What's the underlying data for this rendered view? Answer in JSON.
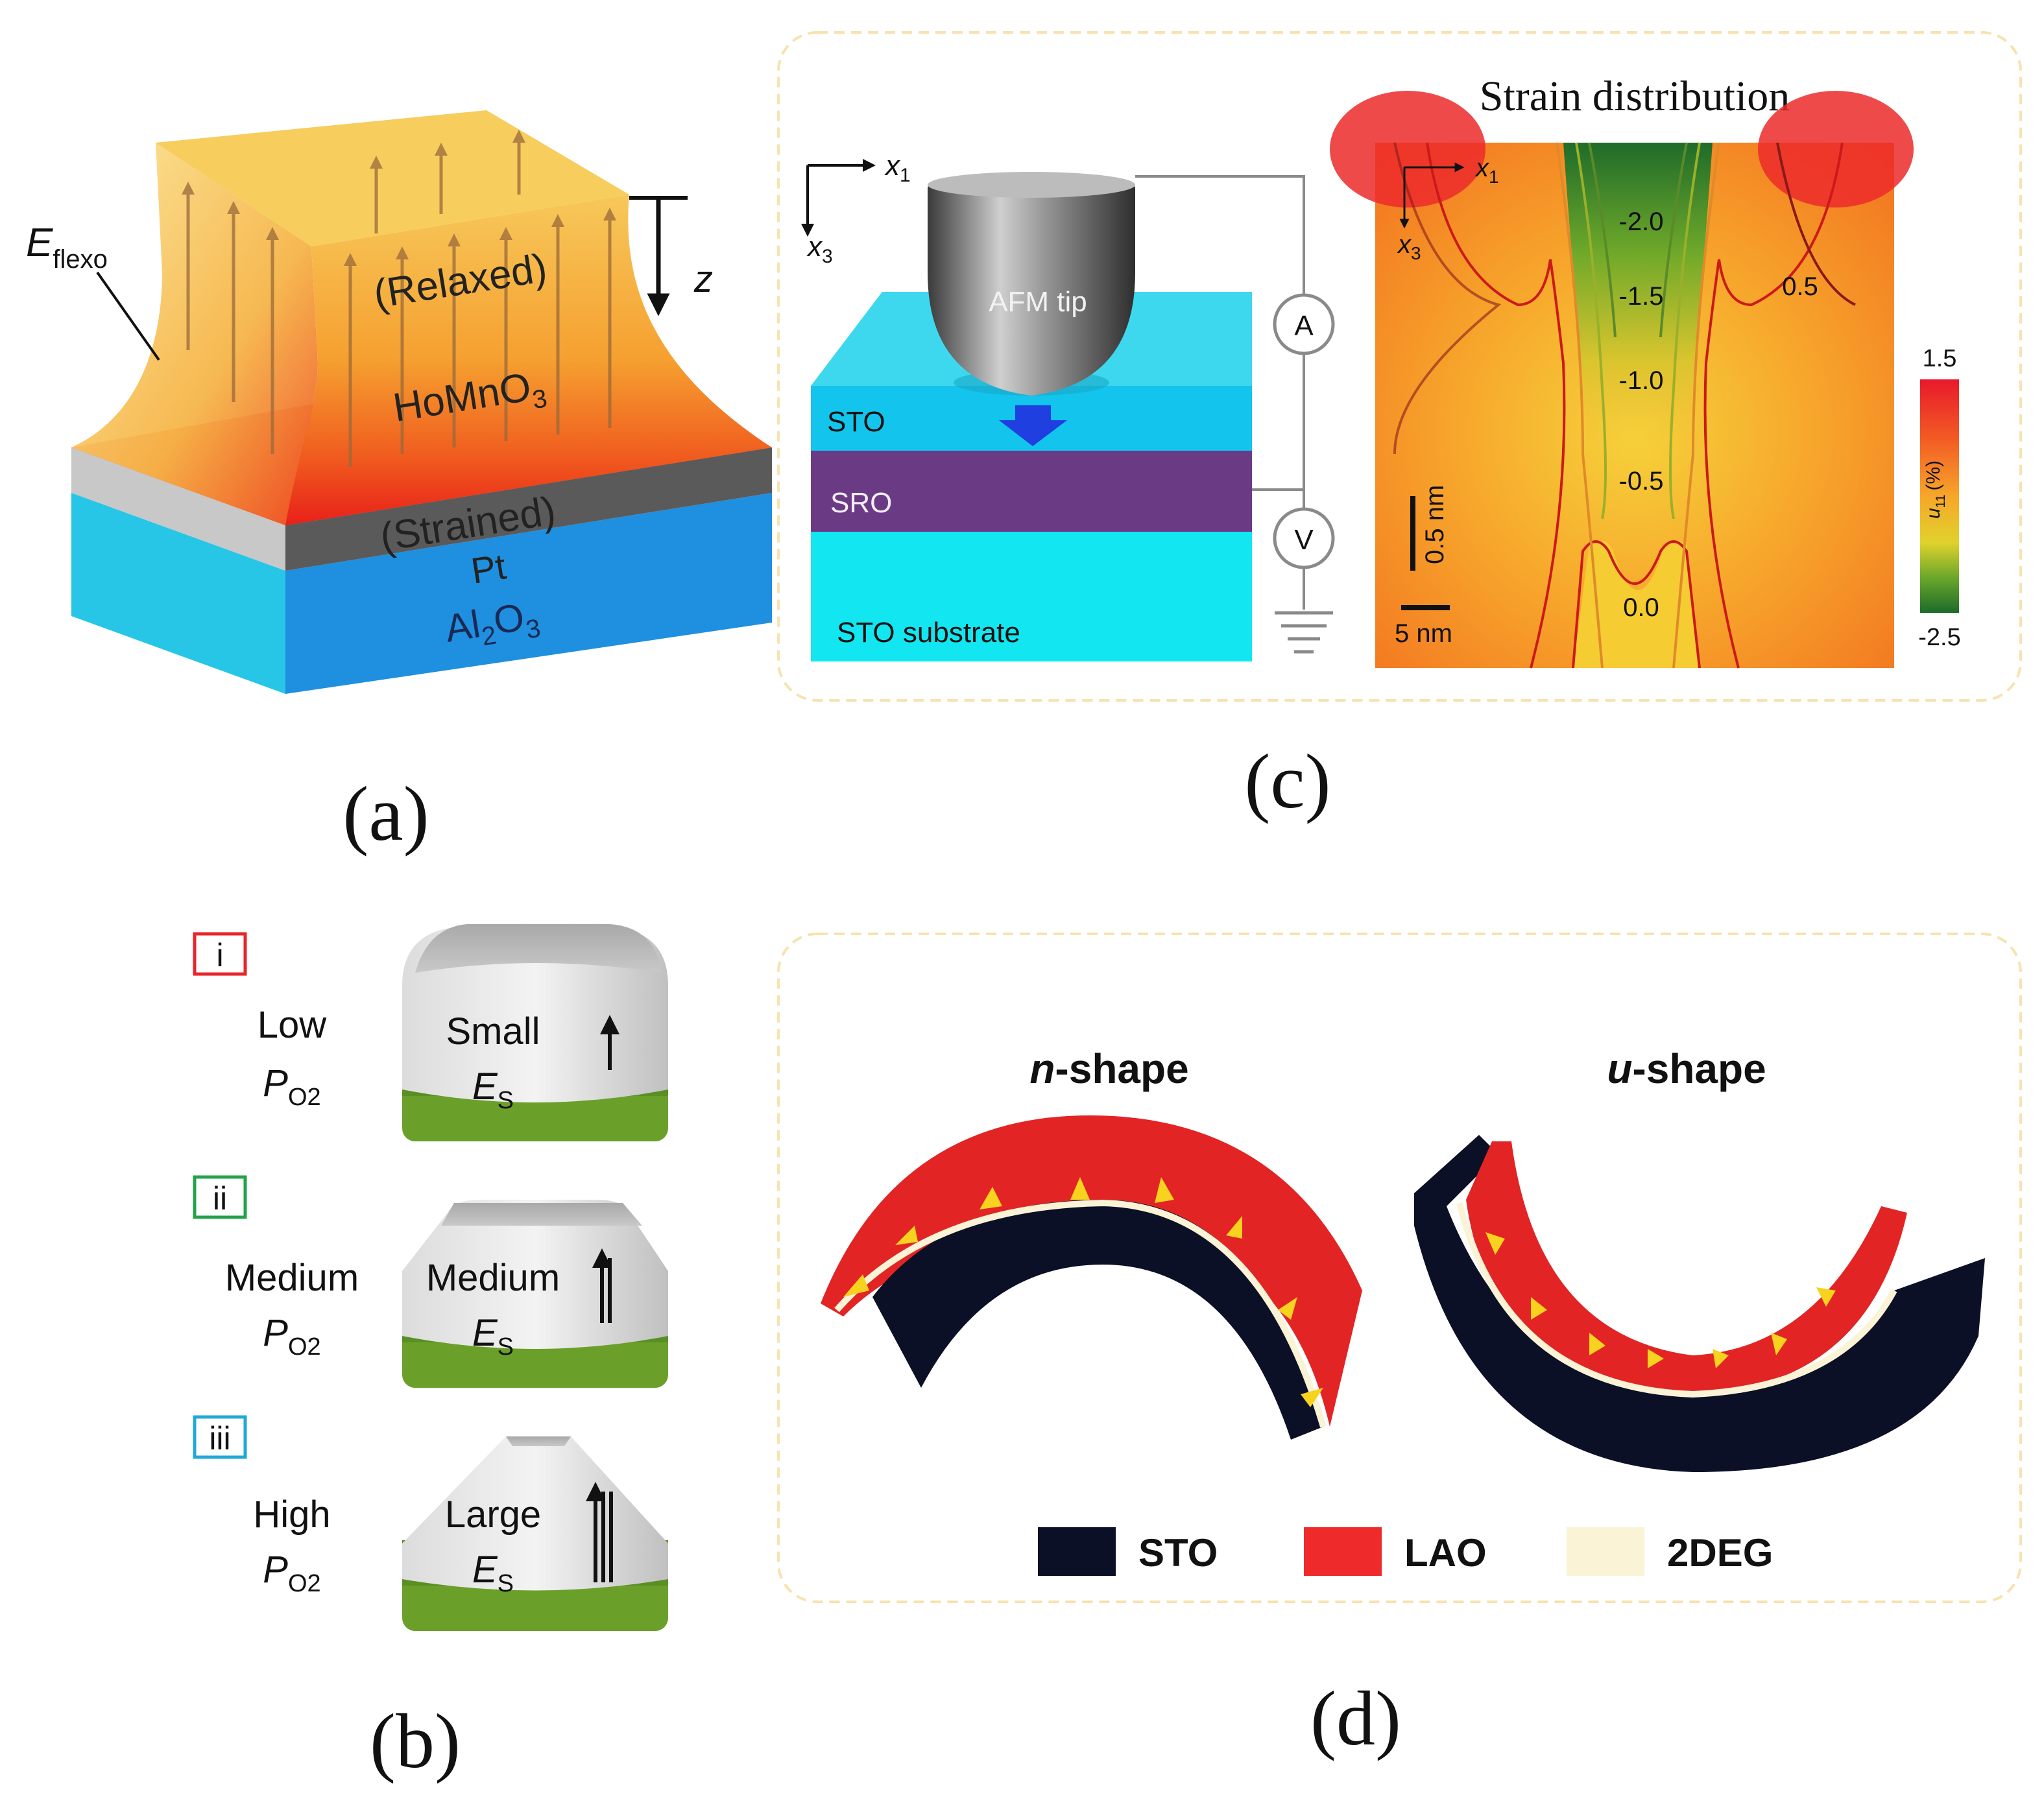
{
  "panel_a": {
    "label": "(a)",
    "e_flexo": "E",
    "e_flexo_sub": "flexo",
    "z_label": "z",
    "relaxed": "(Relaxed)",
    "homno3_main": "HoMnO",
    "homno3_sub": "3",
    "strained": "(Strained)",
    "pt": "Pt",
    "al2o3_a": "Al",
    "al2o3_b": "2",
    "al2o3_c": "O",
    "al2o3_d": "3"
  },
  "panel_b": {
    "label": "(b)",
    "rows": [
      {
        "tag": "i",
        "tag_color": "#e8252a",
        "pressure_level": "Low",
        "p": "P",
        "p_sub": "O2",
        "es_size": "Small",
        "es": "E",
        "es_sub": "S"
      },
      {
        "tag": "ii",
        "tag_color": "#22a34a",
        "pressure_level": "Medium",
        "p": "P",
        "p_sub": "O2",
        "es_size": "Medium",
        "es": "E",
        "es_sub": "S"
      },
      {
        "tag": "iii",
        "tag_color": "#22a8d8",
        "pressure_level": "High",
        "p": "P",
        "p_sub": "O2",
        "es_size": "Large",
        "es": "E",
        "es_sub": "S"
      }
    ]
  },
  "panel_c": {
    "label": "(c)",
    "title": "Strain distribution",
    "x1": "x",
    "x1_sub": "1",
    "x3": "x",
    "x3_sub": "3",
    "afm_tip": "AFM tip",
    "sto": "STO",
    "sro": "SRO",
    "sto_substrate": "STO substrate",
    "ammeter": "A",
    "voltmeter": "V",
    "contours": [
      "-2.0",
      "-1.5",
      "-1.0",
      "-0.5",
      "0.0",
      "0.5"
    ],
    "scale_vertical": "0.5 nm",
    "scale_horizontal": "5 nm",
    "colorbar_max": "1.5",
    "colorbar_min": "-2.5",
    "colorbar_label": "u",
    "colorbar_label_sub": "11",
    "colorbar_unit": "(%)"
  },
  "panel_d": {
    "label": "(d)",
    "n_shape_italic": "n",
    "n_shape_rest": "-shape",
    "u_shape_italic": "u",
    "u_shape_rest": "-shape",
    "legend": [
      {
        "label": "STO",
        "color": "#0c1026"
      },
      {
        "label": "LAO",
        "color": "#ee2a2a"
      },
      {
        "label": "2DEG",
        "color": "#faf3d6"
      }
    ]
  }
}
